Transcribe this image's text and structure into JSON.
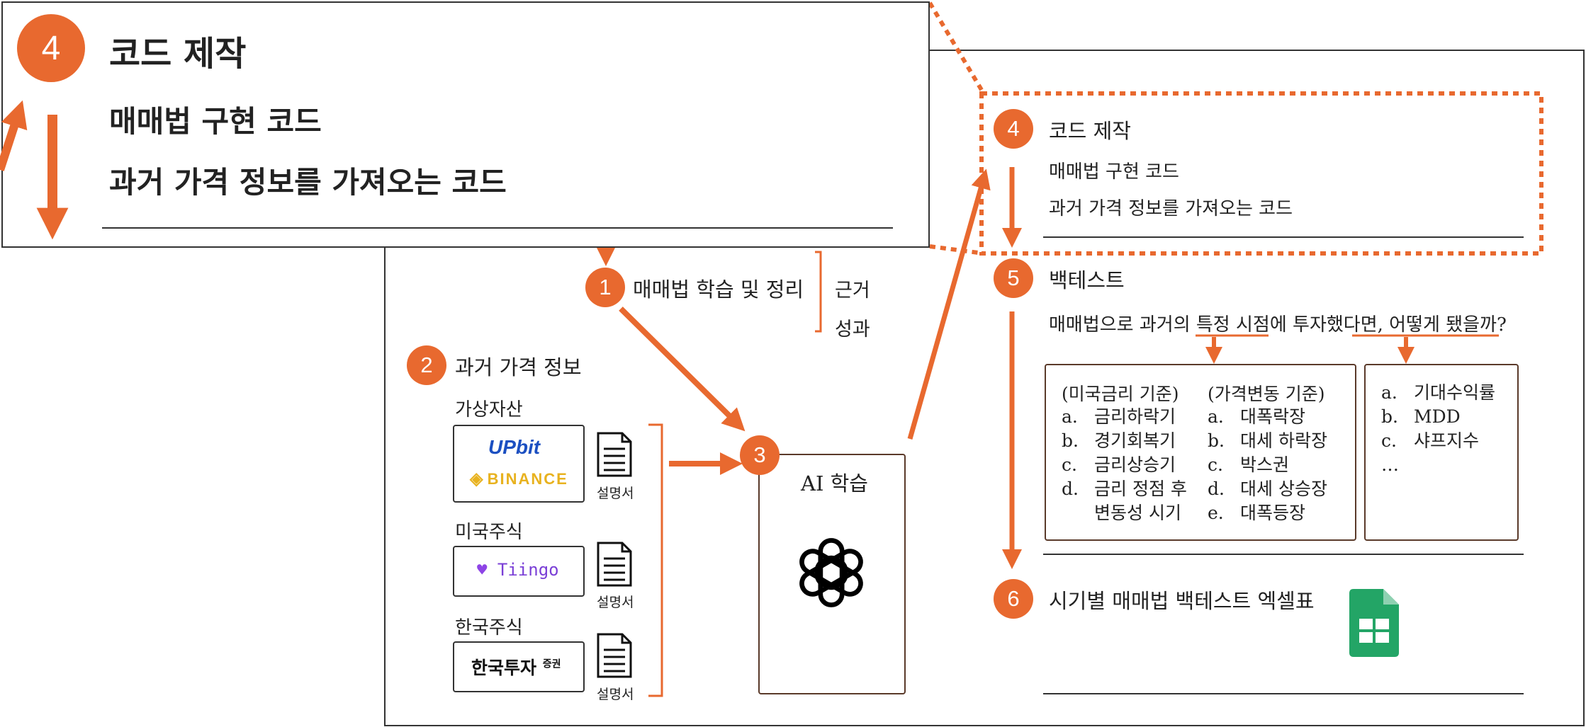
{
  "colors": {
    "accent": "#e8692f",
    "frame": "#333333",
    "sheets_green": "#23a566"
  },
  "zoom_panel": {
    "step_number": "4",
    "title": "코드 제작",
    "item_1": "매매법 구현 코드",
    "item_2": "과거 가격 정보를 가져오는 코드"
  },
  "steps": {
    "step1": {
      "number": "1",
      "title": "매매법 학습 및 정리",
      "sub_items": [
        "근거",
        "성과"
      ]
    },
    "step2": {
      "number": "2",
      "title": "과거 가격 정보",
      "groups": [
        {
          "label": "가상자산",
          "logos": [
            "UPbit",
            "BINANCE"
          ],
          "doc_label": "설명서"
        },
        {
          "label": "미국주식",
          "logos": [
            "Tiingo"
          ],
          "doc_label": "설명서"
        },
        {
          "label": "한국주식",
          "logos": [
            "한국투자",
            "증권"
          ],
          "doc_label": "설명서"
        }
      ]
    },
    "step3": {
      "number": "3",
      "title": "AI 학습",
      "icon": "openai-logo-icon"
    },
    "step4": {
      "number": "4",
      "title": "코드 제작",
      "items": [
        "매매법 구현 코드",
        "과거 가격 정보를 가져오는 코드"
      ]
    },
    "step5": {
      "number": "5",
      "title": "백테스트",
      "question_parts": [
        "매매법으로 과거의 ",
        "특정 시점",
        "에 투자했다면, ",
        "어떻게 됐을까?"
      ],
      "box_left": {
        "col1_header": "(미국금리 기준)",
        "col1": [
          {
            "marker": "a.",
            "text": "금리하락기"
          },
          {
            "marker": "b.",
            "text": "경기회복기"
          },
          {
            "marker": "c.",
            "text": "금리상승기"
          },
          {
            "marker": "d.",
            "text": "금리 정점 후"
          },
          {
            "marker": "",
            "text": "변동성 시기"
          }
        ],
        "col2_header": "(가격변동 기준)",
        "col2": [
          {
            "marker": "a.",
            "text": "대폭락장"
          },
          {
            "marker": "b.",
            "text": "대세 하락장"
          },
          {
            "marker": "c.",
            "text": "박스권"
          },
          {
            "marker": "d.",
            "text": "대세 상승장"
          },
          {
            "marker": "e.",
            "text": "대폭등장"
          }
        ]
      },
      "box_right": [
        {
          "marker": "a.",
          "text": "기대수익률"
        },
        {
          "marker": "b.",
          "text": "MDD"
        },
        {
          "marker": "c.",
          "text": "샤프지수"
        },
        {
          "marker": "…",
          "text": ""
        }
      ]
    },
    "step6": {
      "number": "6",
      "title": "시기별 매매법 백테스트 엑셀표",
      "icon": "google-sheets-icon"
    }
  }
}
